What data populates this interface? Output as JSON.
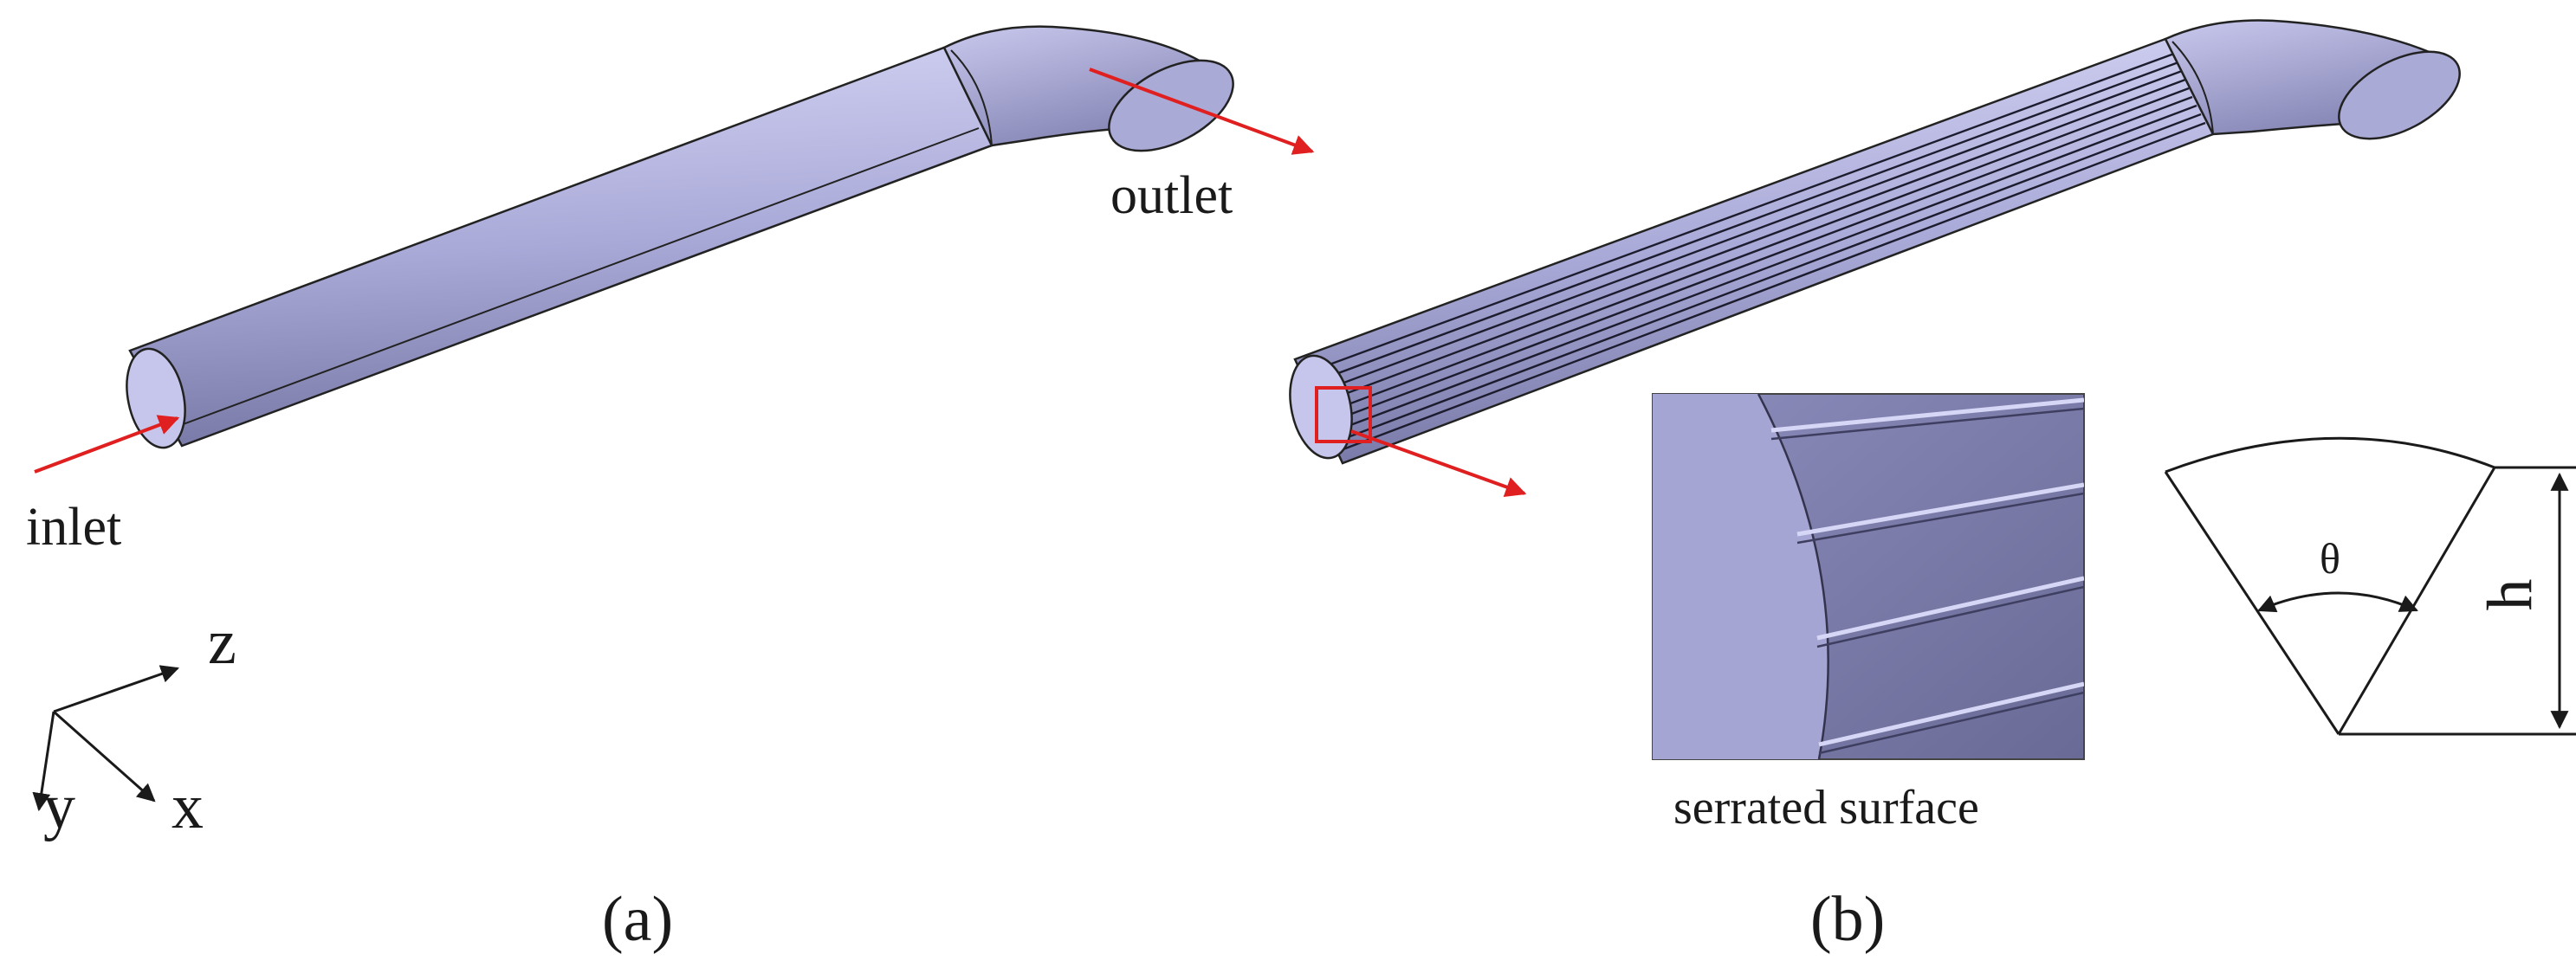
{
  "labels": {
    "inlet": "inlet",
    "outlet": "outlet",
    "axis_z": "z",
    "axis_y": "y",
    "axis_x": "x",
    "panel_a": "(a)",
    "panel_b": "(b)",
    "serrated": "serrated surface",
    "theta": "θ",
    "h": "h"
  },
  "colors": {
    "pipe_light": "#cbcbf0",
    "pipe_mid": "#a7a7d6",
    "pipe_dark": "#6e6e9c",
    "outline": "#222222",
    "arrow": "#e02020",
    "highlight_box": "#e02020"
  }
}
